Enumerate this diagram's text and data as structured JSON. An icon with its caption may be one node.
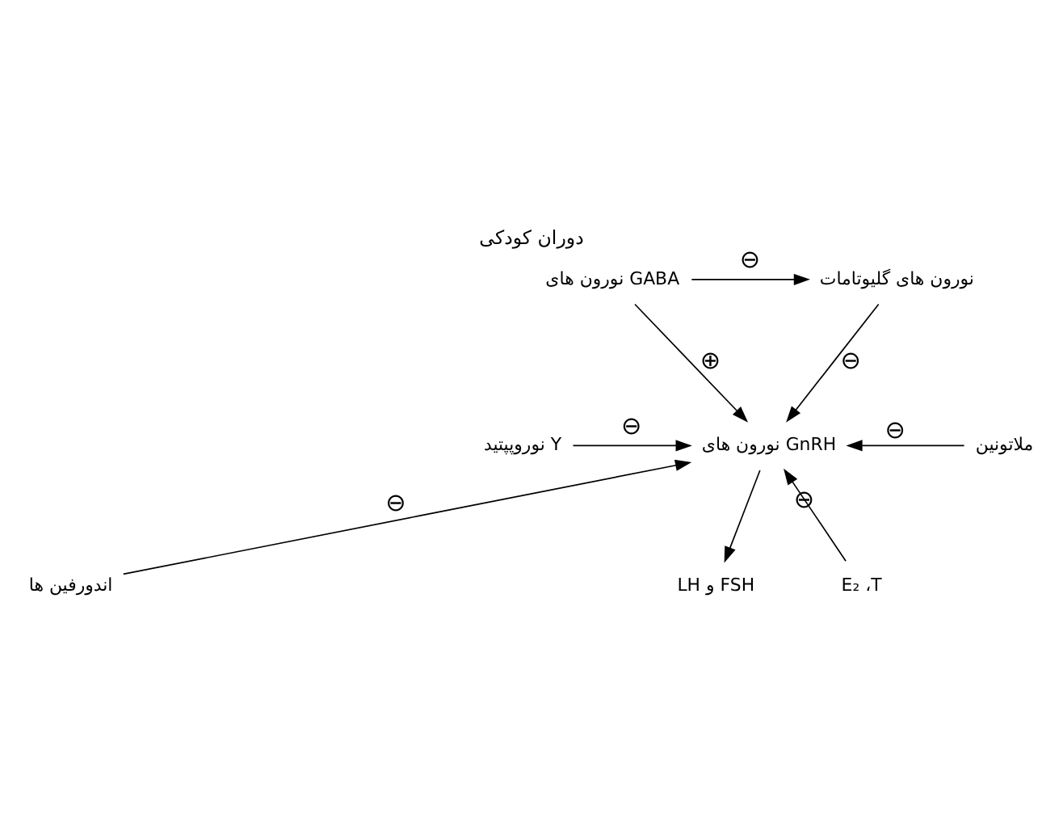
{
  "diagram": {
    "title": "دوران کودکی",
    "nodes": [
      {
        "text": [
          "نورون های گلیوتامات"
        ]
      },
      {
        "text": [
          "نورون های GABA"
        ]
      },
      {
        "text": [
          "نوروپپتید Y"
        ]
      },
      {
        "text": [
          "اندورفین ها"
        ]
      },
      {
        "text": [
          "نورون های GnRH"
        ]
      },
      {
        "text": [
          "ملاتونین"
        ]
      },
      {
        "text": [
          "E₂ ،T"
        ]
      },
      {
        "text": [
          "LH و FSH"
        ]
      }
    ],
    "edges": [
      {
        "from": 1,
        "to": 0,
        "arrow": "to",
        "label": "⊖"
      },
      {
        "from": 0,
        "to": 4,
        "arrow": "to",
        "label": "⊖"
      },
      {
        "from": 1,
        "to": 4,
        "arrow": "to",
        "label": "⊕"
      },
      {
        "from": 2,
        "to": 4,
        "arrow": "to",
        "label": "⊖"
      },
      {
        "from": 5,
        "to": 4,
        "arrow": "to",
        "label": "⊖"
      },
      {
        "from": 3,
        "to": 4,
        "arrow": "to",
        "label": "⊖"
      },
      {
        "from": 6,
        "to": 4,
        "arrow": "to",
        "label": "⊖"
      },
      {
        "from": 4,
        "to": 7,
        "arrow": "to"
      }
    ]
  }
}
